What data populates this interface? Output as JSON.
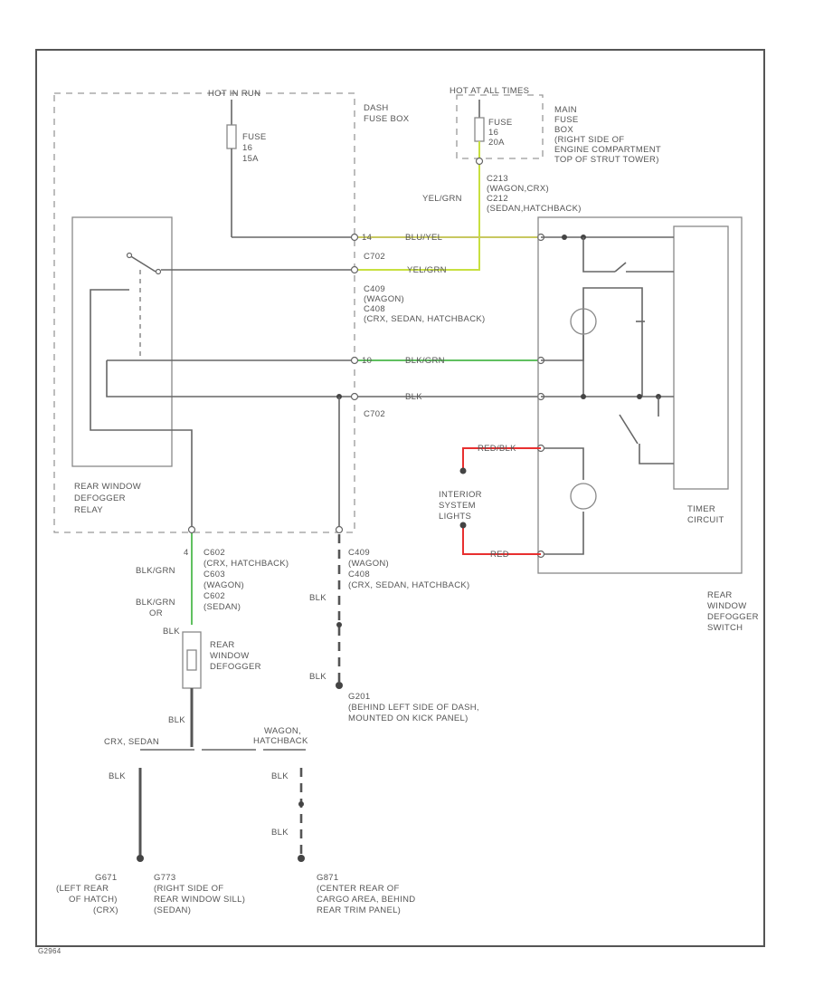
{
  "colors": {
    "blu_yel": "#c8c860",
    "yel_grn": "#c8e040",
    "blk_grn": "#60c060",
    "red": "#e83030",
    "blk": "#555555"
  },
  "labels": {
    "hot_run": "HOT IN RUN",
    "dash_fuse": [
      "DASH",
      "FUSE BOX"
    ],
    "fuse_left": [
      "FUSE",
      "16",
      "15A"
    ],
    "hot_all": "HOT AT ALL TIMES",
    "main_fuse": [
      "MAIN",
      "FUSE",
      "BOX",
      "(RIGHT SIDE OF",
      "ENGINE COMPARTMENT",
      "TOP OF STRUT TOWER)"
    ],
    "fuse_right": [
      "FUSE",
      "16",
      "20A"
    ],
    "yel_grn_v": "YEL/GRN",
    "c213": [
      "C213",
      "(WAGON,CRX)",
      "C212",
      "(SEDAN,HATCHBACK)"
    ],
    "pin14": "14",
    "blu_yel": "BLU/YEL",
    "c702_top": "C702",
    "yel_grn_h": "YEL/GRN",
    "c409": [
      "C409",
      "(WAGON)",
      "C408",
      "(CRX, SEDAN, HATCHBACK)"
    ],
    "pin10": "10",
    "blk_grn": "BLK/GRN",
    "blk": "BLK",
    "c702_bot": "C702",
    "relay": [
      "REAR WINDOW",
      "DEFOGGER",
      "RELAY"
    ],
    "red_blk": "RED/BLK",
    "interior": [
      "INTERIOR",
      "SYSTEM",
      "LIGHTS"
    ],
    "red": "RED",
    "timer": [
      "TIMER",
      "CIRCUIT"
    ],
    "switch_label": [
      "REAR",
      "WINDOW",
      "DEFOGGER",
      "SWITCH"
    ],
    "left_conn_labels": [
      "4",
      "BLK/GRN",
      "BLK/GRN",
      "OR",
      "BLK"
    ],
    "left_conn": [
      "C602",
      "(CRX, HATCHBACK)",
      "C603",
      "(WAGON)",
      "C602",
      "(SEDAN)"
    ],
    "mid_conn": [
      "C409",
      "(WAGON)",
      "C408",
      "(CRX, SEDAN, HATCHBACK)"
    ],
    "blk_mid1": "BLK",
    "blk_mid2": "BLK",
    "defogger": [
      "REAR",
      "WINDOW",
      "DEFOGGER"
    ],
    "g201": [
      "G201",
      "(BEHIND LEFT SIDE OF DASH,",
      "MOUNTED ON KICK PANEL)"
    ],
    "blk_low": "BLK",
    "crx_sedan": "CRX, SEDAN",
    "wagon_hatch": [
      "WAGON,",
      "HATCHBACK"
    ],
    "blk_l1": "BLK",
    "blk_r1": "BLK",
    "blk_r2": "BLK",
    "g671": [
      "G671",
      "(LEFT REAR",
      "OF HATCH)",
      "(CRX)"
    ],
    "g773": [
      "G773",
      "(RIGHT SIDE OF",
      "REAR WINDOW SILL)",
      "(SEDAN)"
    ],
    "g871": [
      "G871",
      "(CENTER REAR OF",
      "CARGO AREA, BEHIND",
      "REAR TRIM PANEL)"
    ],
    "footer": "G2964"
  }
}
